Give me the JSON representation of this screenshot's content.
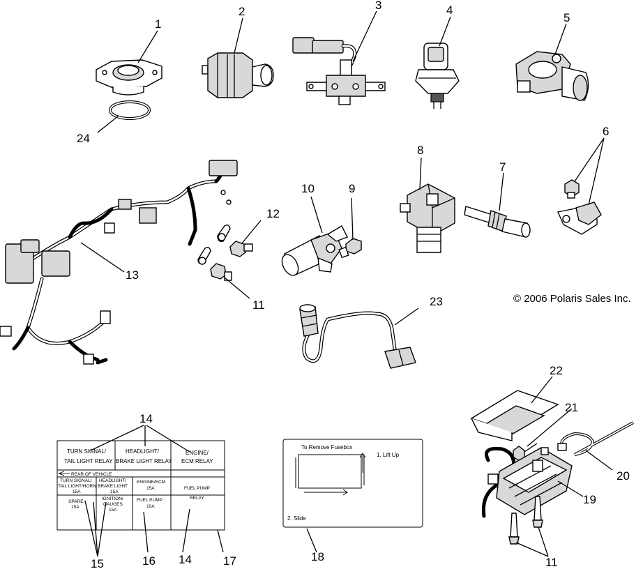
{
  "copyright": "© 2006 Polaris Sales Inc.",
  "callouts": {
    "c1": "1",
    "c2": "2",
    "c3": "3",
    "c4": "4",
    "c5": "5",
    "c6": "6",
    "c7": "7",
    "c8": "8",
    "c9": "9",
    "c10": "10",
    "c11a": "11",
    "c11b": "11",
    "c12": "12",
    "c13": "13",
    "c14a": "14",
    "c14b": "14",
    "c15": "15",
    "c16": "16",
    "c17": "17",
    "c18": "18",
    "c19": "19",
    "c20": "20",
    "c21": "21",
    "c22": "22",
    "c23": "23",
    "c24": "24"
  },
  "relay_label": {
    "turn_signal_1": "TURN SIGNAL/",
    "turn_signal_2": "TAIL LIGHT RELAY",
    "headlight_1": "HEADLIGHT/",
    "headlight_2": "BRAKE LIGHT RELAY",
    "engine_1": "ENGINE/",
    "engine_2": "ECM RELAY",
    "rear": "REAR OF VEHICLE",
    "fuse_ts_1": "TURN SIGNAL/",
    "fuse_ts_2": "TAIL LIGHT/HORN",
    "fuse_ts_3": "15A",
    "fuse_hl_1": "HEADLIGHT/",
    "fuse_hl_2": "BRAKE LIGHT",
    "fuse_hl_3": "15A",
    "fuse_ecm_1": "ENGINE/ECM",
    "fuse_ecm_2": "15A",
    "fuel_relay_1": "FUEL PUMP",
    "fuel_relay_2": "RELAY",
    "spare_1": "SPARE",
    "spare_2": "15A",
    "ign_1": "IGNITION/",
    "ign_2": "GAUGES",
    "ign_3": "15A",
    "fuel_fuse_1": "FUEL PUMP",
    "fuel_fuse_2": "10A"
  },
  "fusebox_label": {
    "title": "To Remove Fusebox",
    "step1": "1. Lift Up",
    "step2": "2. Slide"
  }
}
